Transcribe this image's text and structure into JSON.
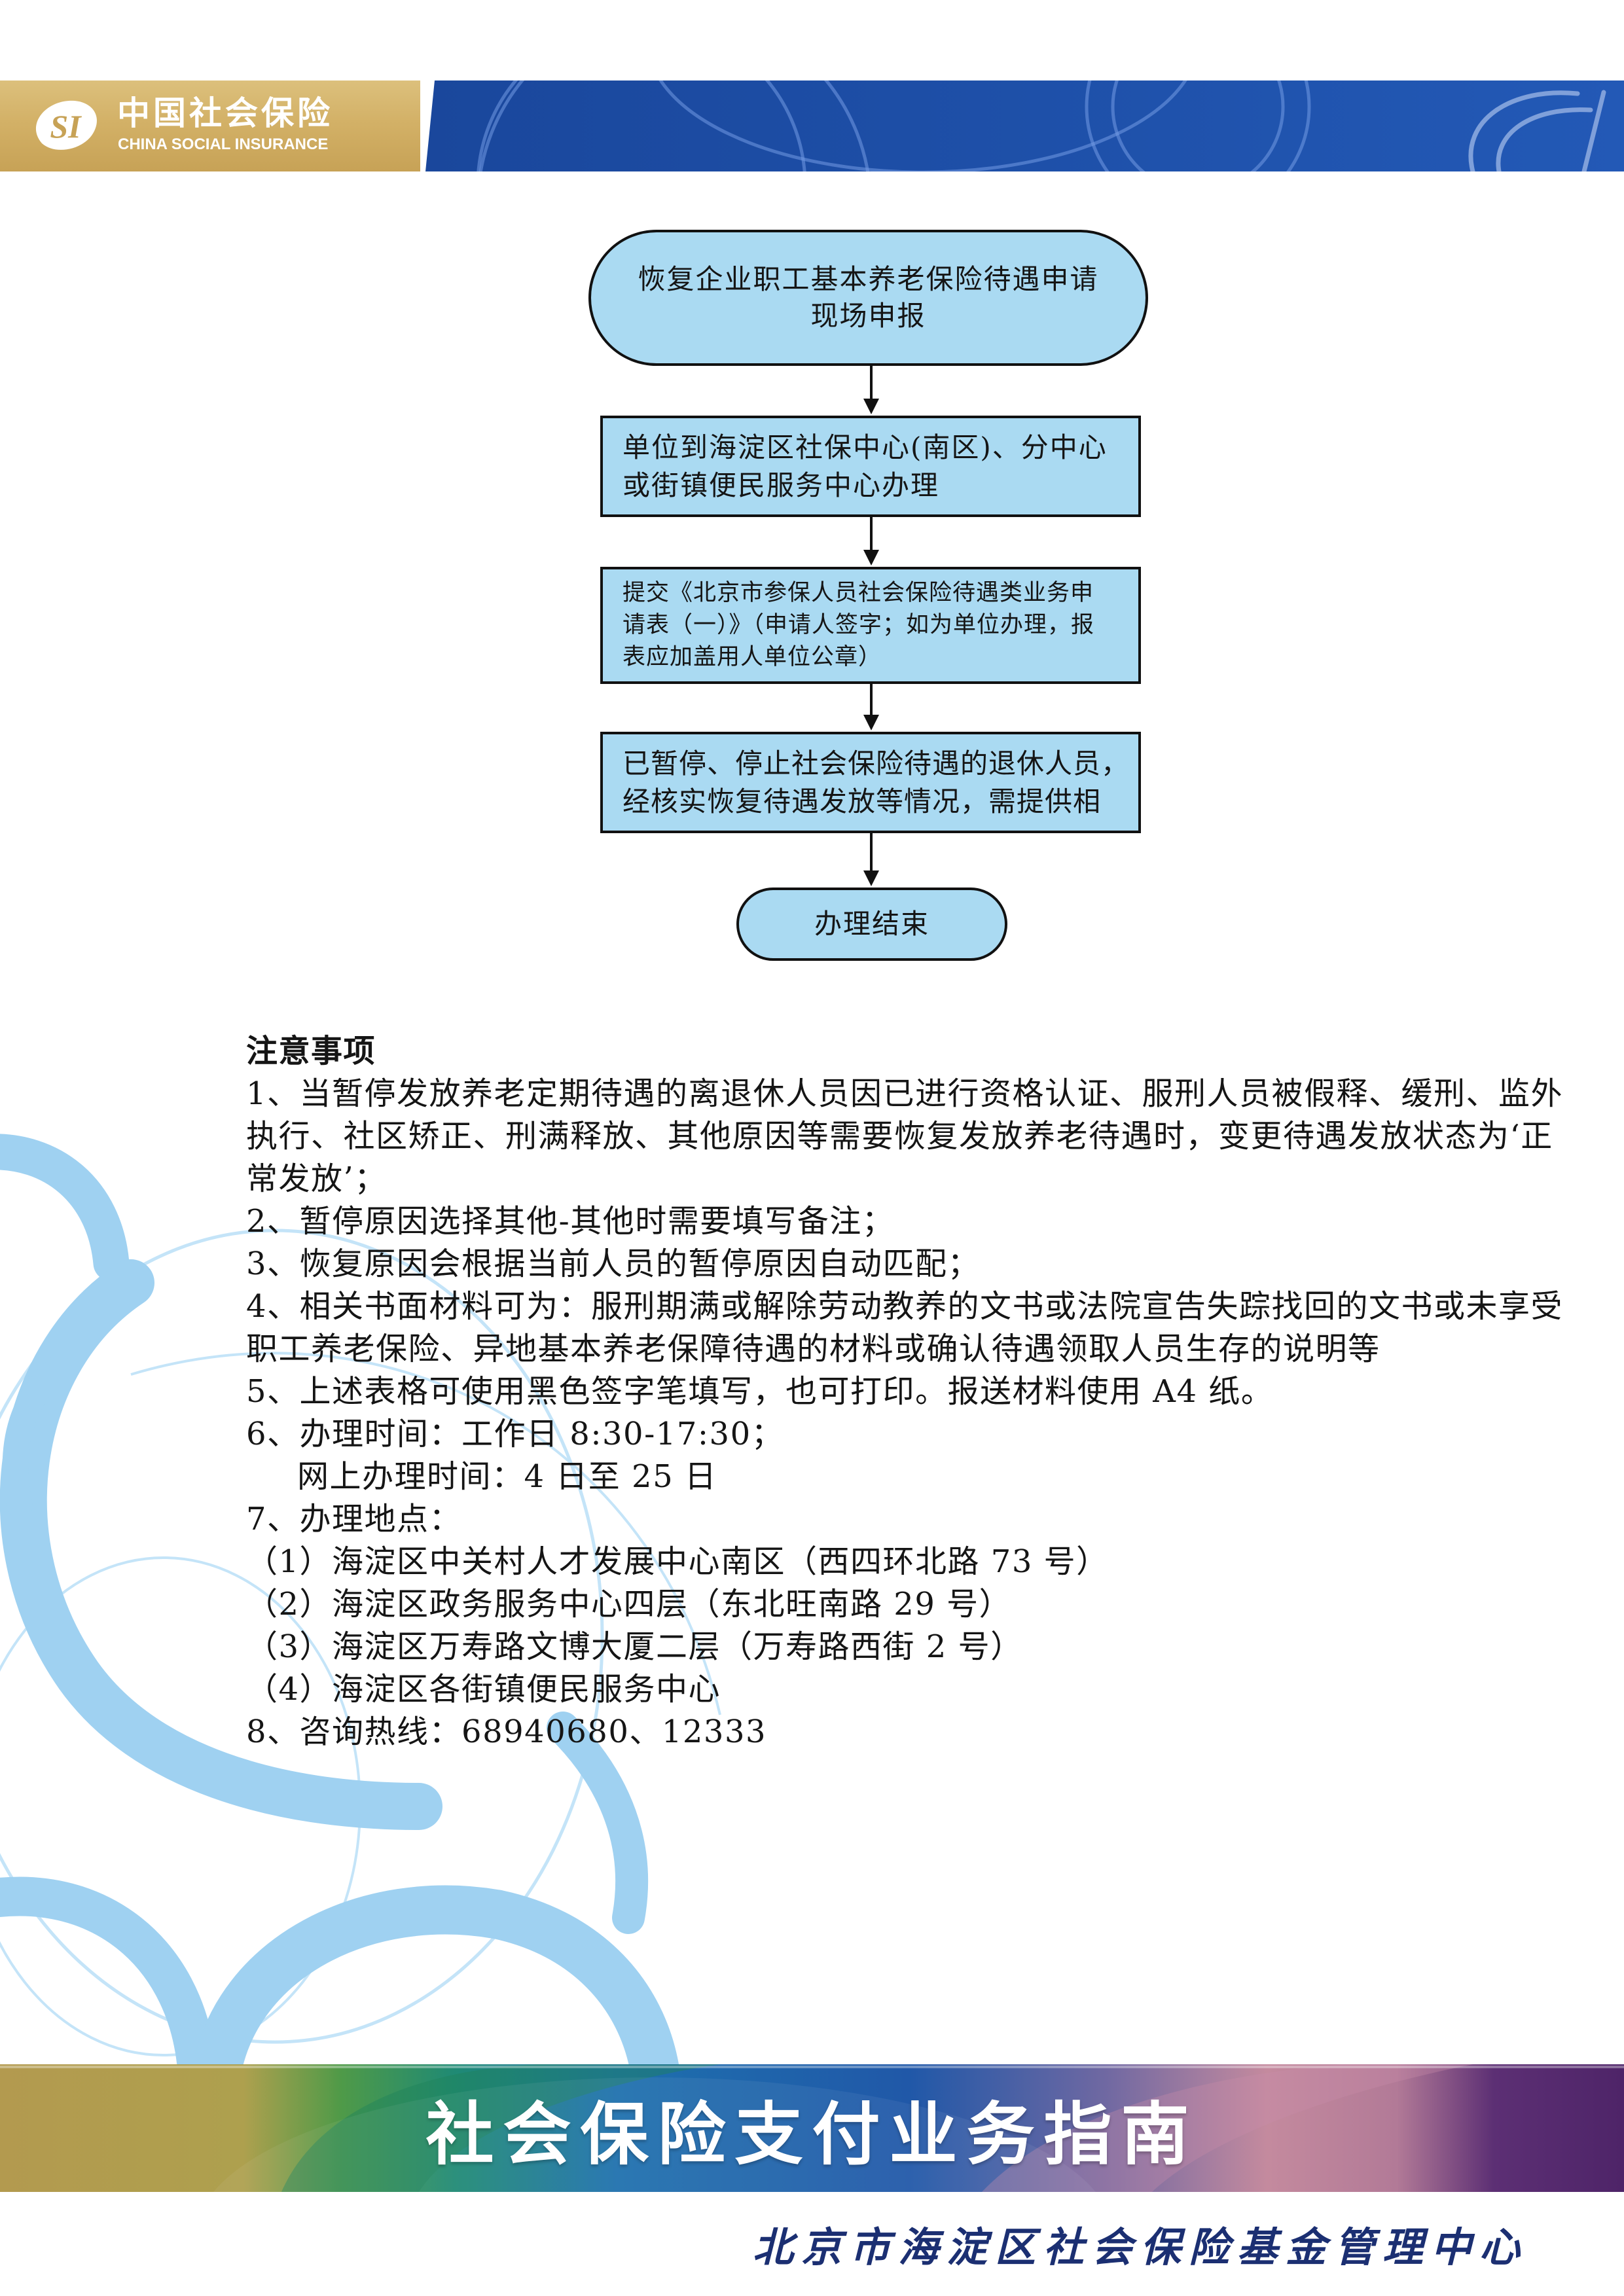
{
  "header": {
    "logo_mark": "SI",
    "brand_name_cn": "中国社会保险",
    "brand_name_en": "CHINA SOCIAL INSURANCE"
  },
  "flowchart": {
    "start": {
      "lines": [
        "恢复企业职工基本养老保险待遇申请",
        "现场申报"
      ]
    },
    "steps": [
      {
        "lines": [
          "单位到海淀区社保中心(南区)、分中心",
          "或街镇便民服务中心办理"
        ]
      },
      {
        "lines": [
          "提交《北京市参保人员社会保险待遇类业务申",
          "请表（一）》（申请人签字；如为单位办理，报",
          "表应加盖用人单位公章）"
        ]
      },
      {
        "lines": [
          "已暂停、停止社会保险待遇的退休人员，",
          "经核实恢复待遇发放等情况，需提供相"
        ]
      }
    ],
    "end": {
      "lines": [
        "办理结束"
      ]
    }
  },
  "notes": {
    "heading": "注意事项",
    "items": [
      {
        "lines": [
          "1、当暂停发放养老定期待遇的离退休人员因已进行资格认证、服刑人员被假释、缓刑、监外",
          "执行、社区矫正、刑满释放、其他原因等需要恢复发放养老待遇时，变更待遇发放状态为‘正",
          "常发放’；"
        ]
      },
      {
        "lines": [
          "2、暂停原因选择其他-其他时需要填写备注；"
        ]
      },
      {
        "lines": [
          "3、恢复原因会根据当前人员的暂停原因自动匹配；"
        ]
      },
      {
        "lines": [
          "4、相关书面材料可为：服刑期满或解除劳动教养的文书或法院宣告失踪找回的文书或未享受",
          "职工养老保险、异地基本养老保障待遇的材料或确认待遇领取人员生存的说明等"
        ]
      },
      {
        "lines": [
          "5、上述表格可使用黑色签字笔填写，也可打印。报送材料使用 A4 纸。"
        ]
      },
      {
        "lines": [
          "6、办理时间：工作日 8:30-17:30；",
          "网上办理时间：4 日至 25 日"
        ]
      },
      {
        "lines": [
          "7、办理地点：",
          "（1）海淀区中关村人才发展中心南区（西四环北路 73 号）",
          "（2）海淀区政务服务中心四层（东北旺南路 29 号）",
          "（3）海淀区万寿路文博大厦二层（万寿路西街 2 号）",
          "（4）海淀区各街镇便民服务中心"
        ]
      },
      {
        "lines": [
          "8、咨询热线：68940680、12333"
        ]
      }
    ]
  },
  "footer": {
    "title": "社会保险支付业务指南",
    "issuer": "北京市海淀区社会保险基金管理中心"
  },
  "icons": {
    "logo": "china-social-insurance-logo-icon",
    "connector": "arrow-down-icon"
  },
  "colors": {
    "header_gold": "#d3b167",
    "header_gold_dark": "#c7a256",
    "header_blue": "#1d4ea6",
    "flow_fill": "#aadaf2",
    "flow_border": "#111111",
    "swirl": "#9fd1f1",
    "swirl_light": "#c4e4f8",
    "issuer_text": "#1b2f72",
    "body_text": "#151515"
  }
}
